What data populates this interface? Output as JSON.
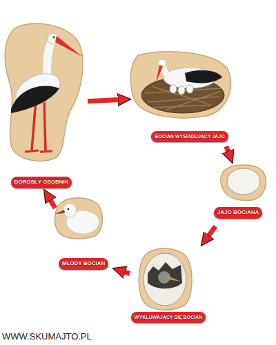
{
  "diagram": {
    "nodes": [
      {
        "text": [
          "DOROSŁY OSOBNIK"
        ]
      },
      {
        "text": [
          "BOCIAN WYSIADUJĄCY JAJO"
        ]
      },
      {
        "text": [
          "JAJO BOCIANA"
        ]
      },
      {
        "text": [
          "WYKLUWAJĄCY SIĘ BOCIAN"
        ]
      },
      {
        "text": [
          "MŁODY BOCIAN"
        ]
      }
    ],
    "edges": [
      {
        "from": 0,
        "to": 1,
        "arrow": "to"
      },
      {
        "from": 1,
        "to": 2,
        "arrow": "to"
      },
      {
        "from": 2,
        "to": 3,
        "arrow": "to"
      },
      {
        "from": 3,
        "to": 4,
        "arrow": "to"
      },
      {
        "from": 4,
        "to": 0,
        "arrow": "to"
      }
    ],
    "labels": [
      "WWW.SKUMAJTO.PL"
    ]
  }
}
